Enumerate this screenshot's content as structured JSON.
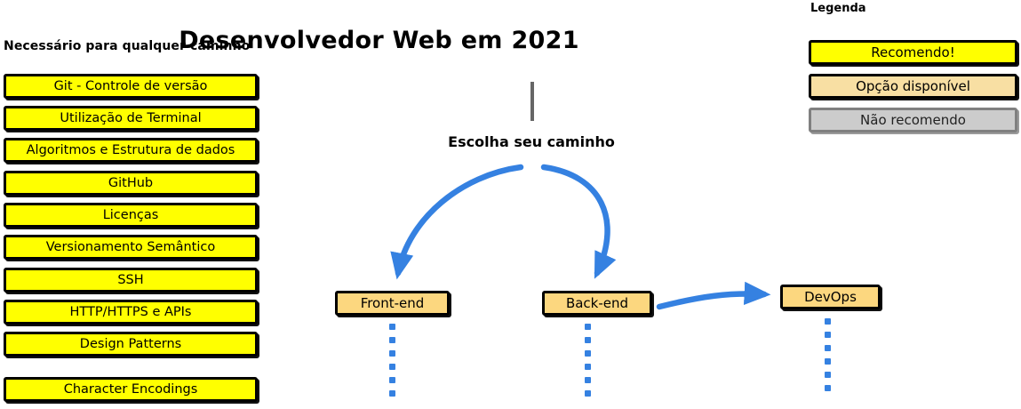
{
  "title": "Desenvolvedor Web em 2021",
  "required_section": {
    "heading": "Necessário para qualquer caminho",
    "items": [
      {
        "label": "Git - Controle de versão"
      },
      {
        "label": "Utilização de Terminal"
      },
      {
        "label": "Algoritmos e Estrutura de dados"
      },
      {
        "label": "GitHub"
      },
      {
        "label": "Licenças"
      },
      {
        "label": "Versionamento Semântico"
      },
      {
        "label": "SSH"
      },
      {
        "label": "HTTP/HTTPS e APIs"
      },
      {
        "label": "Design Patterns"
      },
      {
        "label": "Character Encodings"
      }
    ]
  },
  "flow": {
    "caption": "Escolha seu caminho",
    "nodes": [
      {
        "id": "frontend",
        "label": "Front-end"
      },
      {
        "id": "backend",
        "label": "Back-end"
      },
      {
        "id": "devops",
        "label": "DevOps"
      }
    ]
  },
  "legend": {
    "title": "Legenda",
    "items": [
      {
        "label": "Recomendo!",
        "color": "#FFFF00"
      },
      {
        "label": "Opção disponível",
        "color": "#F8DFA3"
      },
      {
        "label": "Não recomendo",
        "color": "#CCCCCC"
      }
    ]
  },
  "colors": {
    "recommended": "#FFFF00",
    "optional": "#FCD77F",
    "not_recommended": "#CCCCCC",
    "arrow": "#3581E1",
    "stem": "#666666",
    "text": "#000000"
  }
}
